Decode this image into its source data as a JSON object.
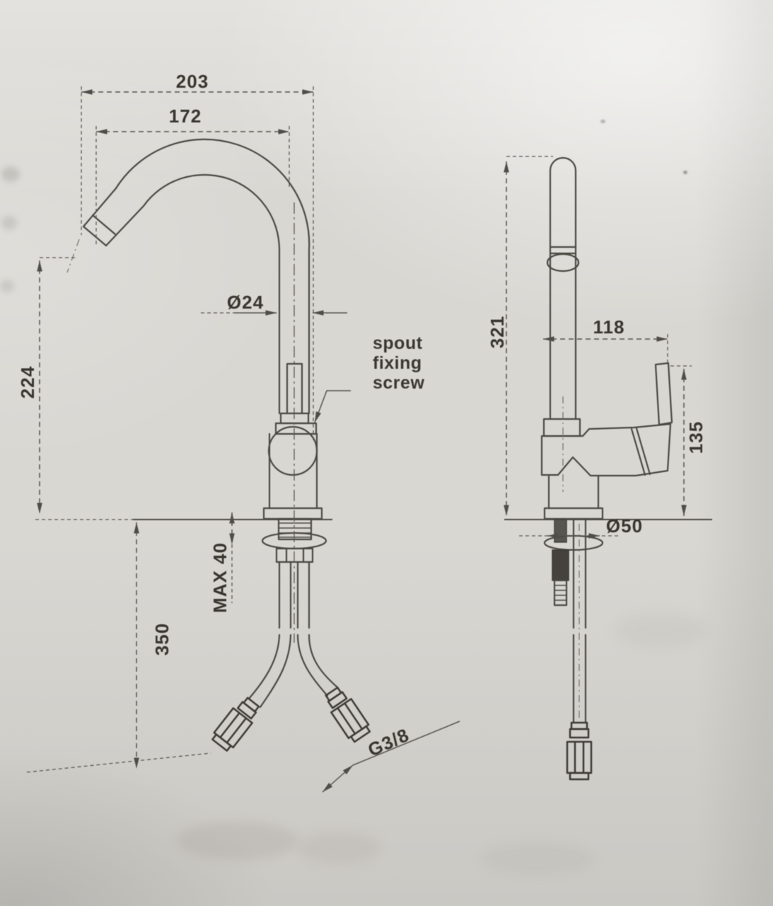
{
  "style": {
    "paper": "#d9d7d2",
    "ink": "#4a4843",
    "dim_ink": "#55534e",
    "text_ink": "#38362f"
  },
  "front_view": {
    "dims": {
      "overall_width": "203",
      "spout_reach": "172",
      "spout_tube_diameter": "Ø24",
      "spout_outlet_height": "224",
      "max_mounting_thickness": "MAX 40",
      "hose_drop_length": "350",
      "hose_thread_size": "G3/8"
    },
    "callout": {
      "line1": "spout",
      "line2": "fixing",
      "line3": "screw"
    }
  },
  "side_view": {
    "dims": {
      "overall_height": "321",
      "spout_projection": "118",
      "handle_top_height": "135",
      "base_diameter": "Ø50"
    }
  }
}
